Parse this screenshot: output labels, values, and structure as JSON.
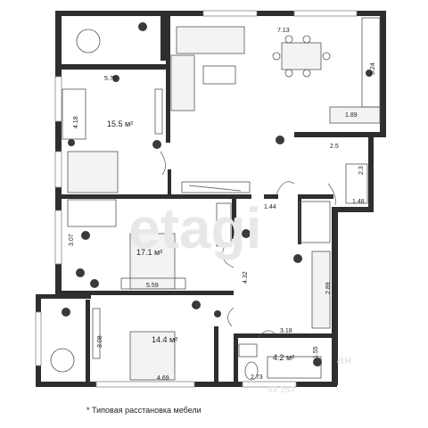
{
  "watermark": "etagi",
  "watermark_corner": "ан",
  "watermark_code": "43 153",
  "rooms": [
    {
      "id": "room-top-left",
      "area": "15.5 м²",
      "dims": [
        "5.70",
        "4.18"
      ]
    },
    {
      "id": "room-mid-left",
      "area": "17.1 м²",
      "dims": [
        "3.07",
        "5.59"
      ]
    },
    {
      "id": "room-bottom",
      "area": "14.4 м²",
      "dims": [
        "3.08",
        "4.69"
      ]
    },
    {
      "id": "bathroom",
      "area": "4.2 м²",
      "dims": [
        "2.73",
        "1.55"
      ]
    }
  ],
  "dimensions": {
    "living_width": "7.13",
    "living_height": "5.24",
    "kitchen_unit": "1.89",
    "kitchen_lower": "2.5",
    "closet_height": "2.3",
    "closet_width": "1.48",
    "hall_door": "1.44",
    "corridor_height": "4.32",
    "corridor_width": "3.18",
    "wardrobe_height": "2.89"
  },
  "footnote": "* Типовая расстановка мебели"
}
